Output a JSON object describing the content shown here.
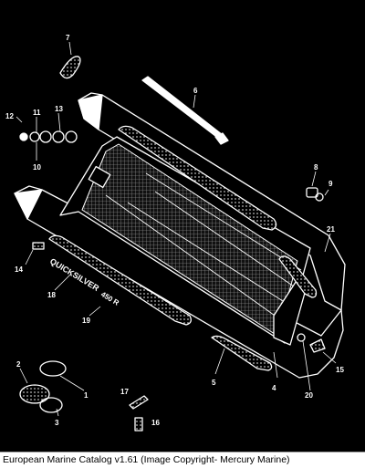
{
  "caption": "European Marine Catalog v1.61 (Image Copyright- Mercury Marine)",
  "boat": {
    "brand": "QUICKSILVER",
    "model": "450 R"
  },
  "callouts": [
    "1",
    "2",
    "3",
    "4",
    "5",
    "6",
    "7",
    "8",
    "9",
    "10",
    "11",
    "12",
    "13",
    "14",
    "15",
    "16",
    "17",
    "18",
    "19",
    "20",
    "21"
  ],
  "colors": {
    "background": "#000000",
    "line": "#ffffff",
    "caption_bg": "#ffffff"
  }
}
